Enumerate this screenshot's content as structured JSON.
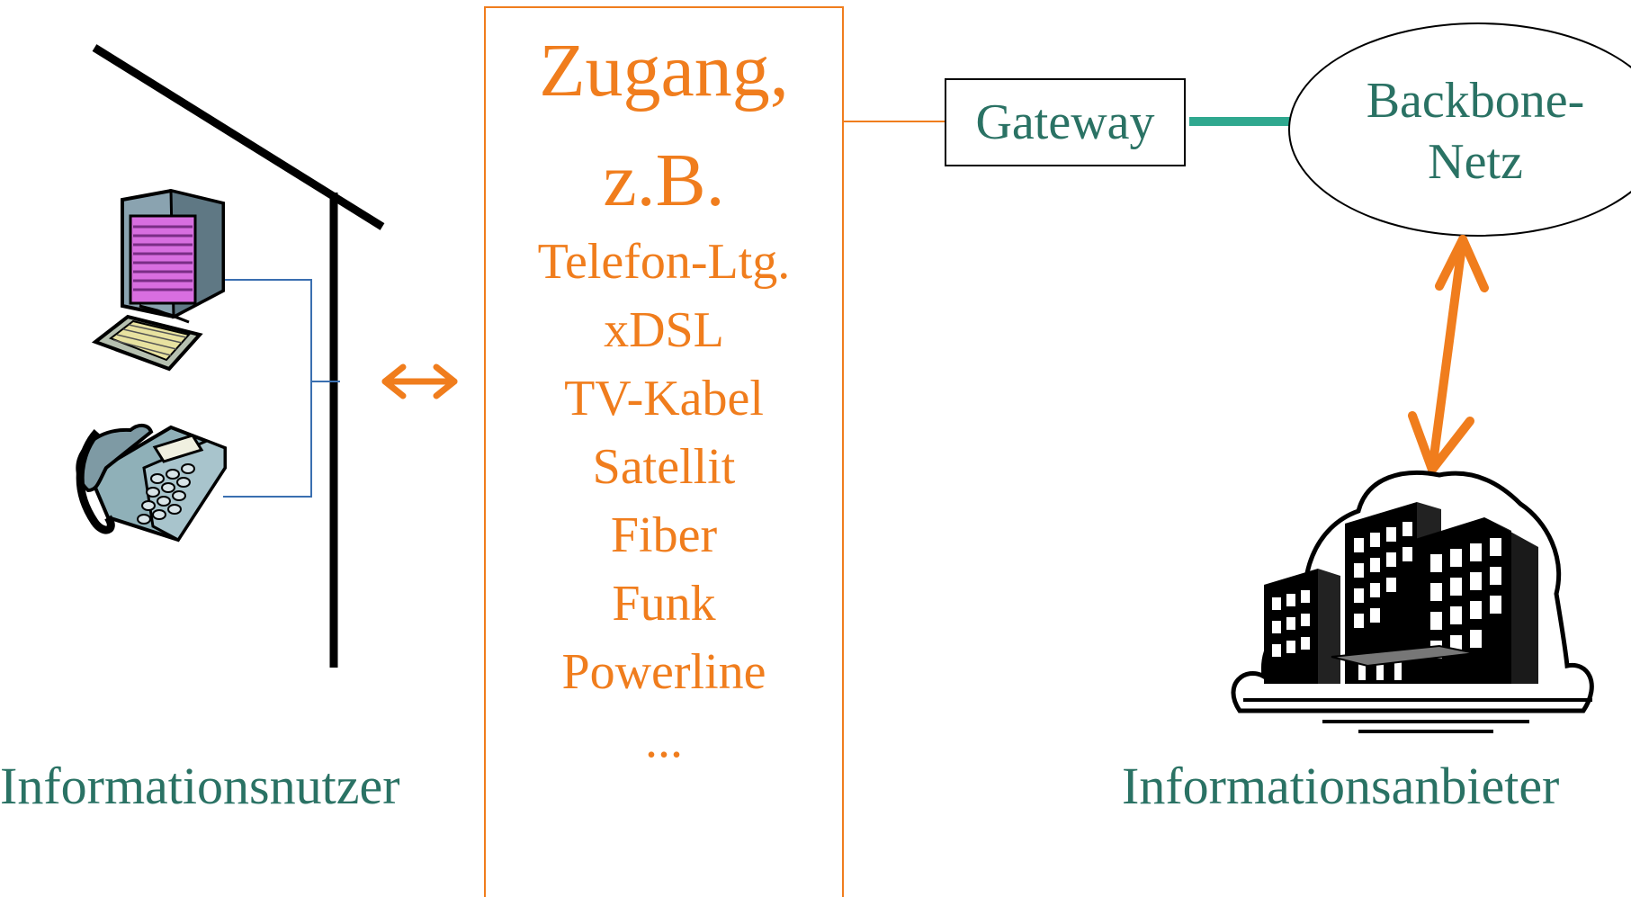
{
  "access": {
    "title_line1": "Zugang,",
    "title_line2": "z.B.",
    "items": [
      "Telefon-Ltg.",
      "xDSL",
      "TV-Kabel",
      "Satellit",
      "Fiber",
      "Funk",
      "Powerline",
      "..."
    ]
  },
  "gateway": {
    "label": "Gateway"
  },
  "backbone": {
    "line1": "Backbone-",
    "line2": "Netz"
  },
  "user": {
    "label": "Informationsnutzer"
  },
  "provider": {
    "label": "Informationsanbieter"
  },
  "colors": {
    "orange": "#f07d1d",
    "teal": "#2a7264",
    "teal_link": "#2fa88f",
    "wire_blue": "#3a6fb0"
  },
  "icons": [
    "computer-icon",
    "telephone-icon",
    "office-building-icon",
    "bidirectional-arrow-icon"
  ]
}
